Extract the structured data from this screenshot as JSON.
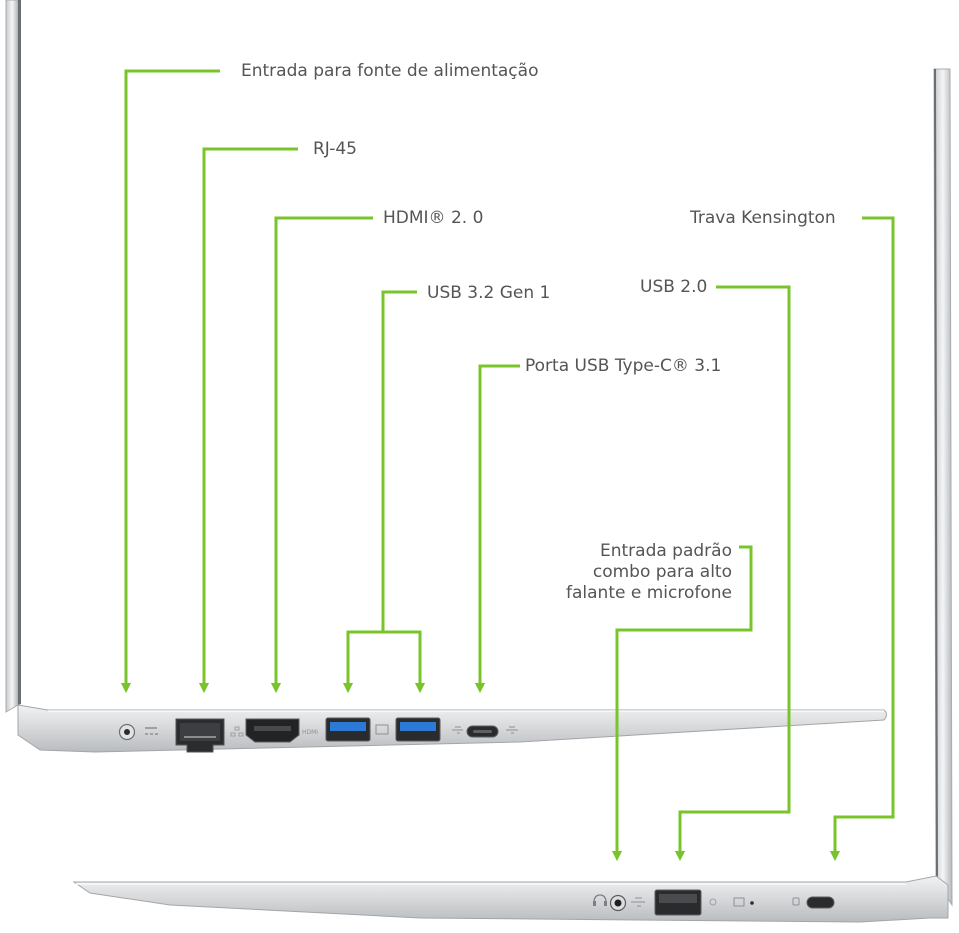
{
  "colors": {
    "callout_line": "#78c42a",
    "label_text": "#555555",
    "chassis": "#d9dbdd"
  },
  "labels": {
    "power": "Entrada para fonte de alimentação",
    "rj45": "RJ-45",
    "hdmi": "HDMI® 2. 0",
    "usb32": "USB  3.2 Gen 1",
    "usbc": "Porta USB Type-C® 3.1",
    "kensington": "Trava Kensington",
    "usb20": "USB 2.0",
    "audio": [
      "Entrada padrão",
      "combo para alto",
      "falante e microfone"
    ]
  },
  "icons": [
    "power-jack-icon",
    "ethernet-port-icon",
    "hdmi-port-icon",
    "usb-port-icon",
    "usb-c-port-icon",
    "headset-icon",
    "kensington-lock-icon"
  ]
}
